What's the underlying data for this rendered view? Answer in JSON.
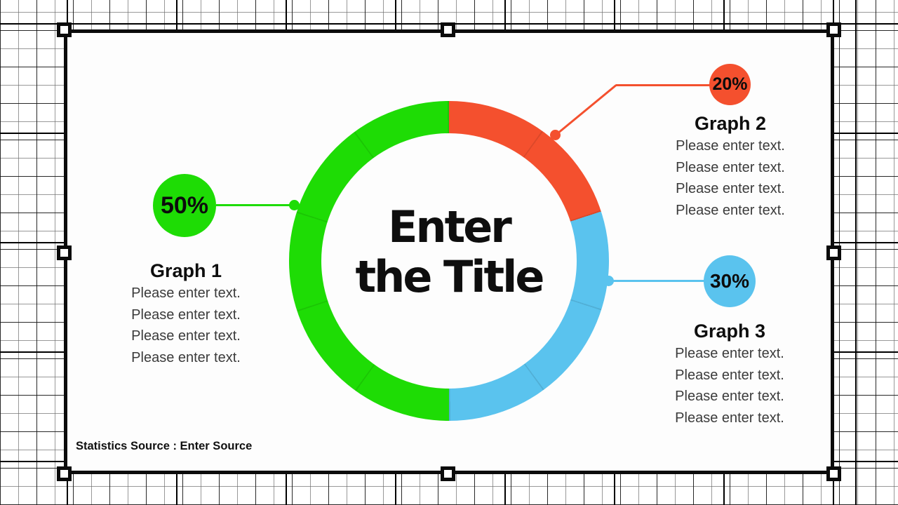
{
  "slide": {
    "title": {
      "line1": "Enter",
      "line2": "the Title"
    },
    "source": "Statistics Source : Enter Source"
  },
  "chart_data": {
    "type": "pie",
    "subtype": "donut",
    "title": "Enter the Title",
    "start_angle_deg": 0,
    "direction": "clockwise",
    "series": [
      {
        "name": "Graph 2",
        "value": 20,
        "color": "#f4502e"
      },
      {
        "name": "Graph 3",
        "value": 30,
        "color": "#5ac3ee"
      },
      {
        "name": "Graph 1",
        "value": 50,
        "color": "#1edc05"
      }
    ],
    "segment_separator_every_percent": 10,
    "legend_position": "callouts"
  },
  "panels": [
    {
      "heading": "Graph 1",
      "percent": "50%",
      "color": "#1edc05",
      "lines": [
        "Please enter text.",
        "Please enter text.",
        "Please enter text.",
        "Please enter text."
      ]
    },
    {
      "heading": "Graph 2",
      "percent": "20%",
      "color": "#f4502e",
      "lines": [
        "Please enter text.",
        "Please enter text.",
        "Please enter text.",
        "Please enter text."
      ]
    },
    {
      "heading": "Graph 3",
      "percent": "30%",
      "color": "#5ac3ee",
      "lines": [
        "Please enter text.",
        "Please enter text.",
        "Please enter text.",
        "Please enter text."
      ]
    }
  ]
}
